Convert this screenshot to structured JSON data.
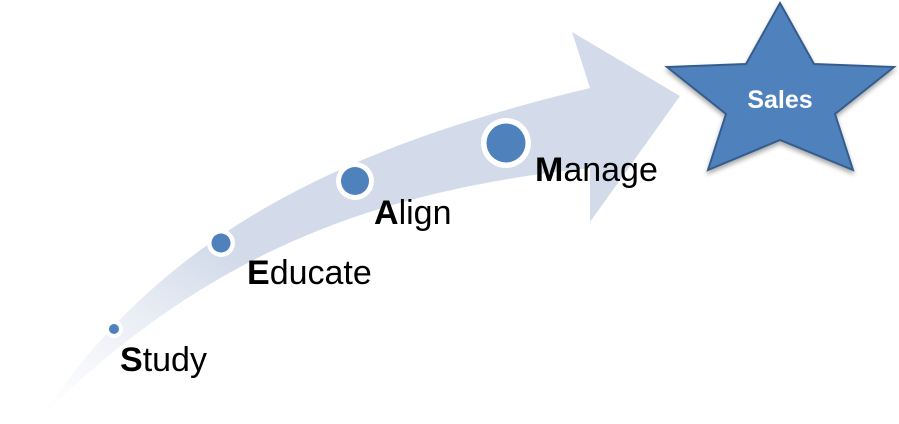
{
  "steps": [
    {
      "initial": "S",
      "rest": "tudy"
    },
    {
      "initial": "E",
      "rest": "ducate"
    },
    {
      "initial": "A",
      "rest": "lign"
    },
    {
      "initial": "M",
      "rest": "anage"
    }
  ],
  "goal": {
    "label": "Sales"
  },
  "colors": {
    "arrow_fill": "#d3dbea",
    "dot_fill": "#4f81bd",
    "dot_ring": "#ffffff",
    "star_fill": "#4f81bd",
    "star_stroke": "#355d8c",
    "text": "#000000",
    "goal_text": "#ffffff"
  }
}
